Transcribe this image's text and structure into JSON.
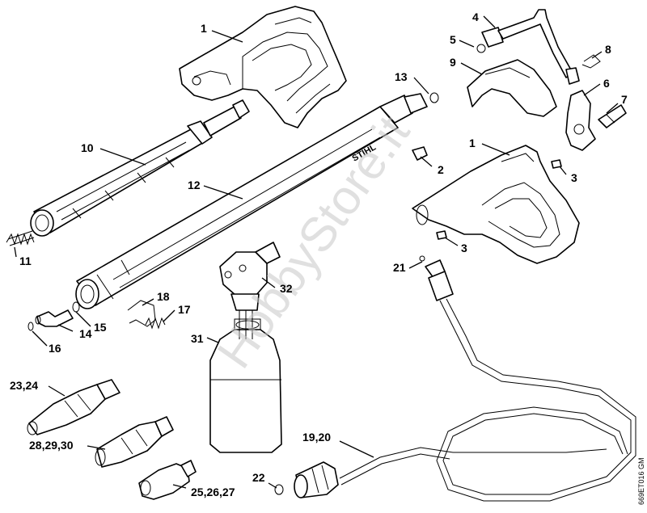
{
  "diagram": {
    "document_id": "669ET016 GM",
    "watermark": "HobbyStore.it",
    "brand_mark": "STIHL",
    "callouts": [
      {
        "key": "c1a",
        "label": "1"
      },
      {
        "key": "c1b",
        "label": "1"
      },
      {
        "key": "c2",
        "label": "2"
      },
      {
        "key": "c3a",
        "label": "3"
      },
      {
        "key": "c3b",
        "label": "3"
      },
      {
        "key": "c4",
        "label": "4"
      },
      {
        "key": "c5",
        "label": "5"
      },
      {
        "key": "c6",
        "label": "6"
      },
      {
        "key": "c7",
        "label": "7"
      },
      {
        "key": "c8",
        "label": "8"
      },
      {
        "key": "c9",
        "label": "9"
      },
      {
        "key": "c10",
        "label": "10"
      },
      {
        "key": "c11",
        "label": "11"
      },
      {
        "key": "c12",
        "label": "12"
      },
      {
        "key": "c13",
        "label": "13"
      },
      {
        "key": "c14",
        "label": "14"
      },
      {
        "key": "c15",
        "label": "15"
      },
      {
        "key": "c16",
        "label": "16"
      },
      {
        "key": "c17",
        "label": "17"
      },
      {
        "key": "c18",
        "label": "18"
      },
      {
        "key": "c19",
        "label": "19,20"
      },
      {
        "key": "c21",
        "label": "21"
      },
      {
        "key": "c22",
        "label": "22"
      },
      {
        "key": "c23",
        "label": "23,24"
      },
      {
        "key": "c25",
        "label": "25,26,27"
      },
      {
        "key": "c28",
        "label": "28,29,30"
      },
      {
        "key": "c31",
        "label": "31"
      },
      {
        "key": "c32",
        "label": "32"
      }
    ]
  }
}
